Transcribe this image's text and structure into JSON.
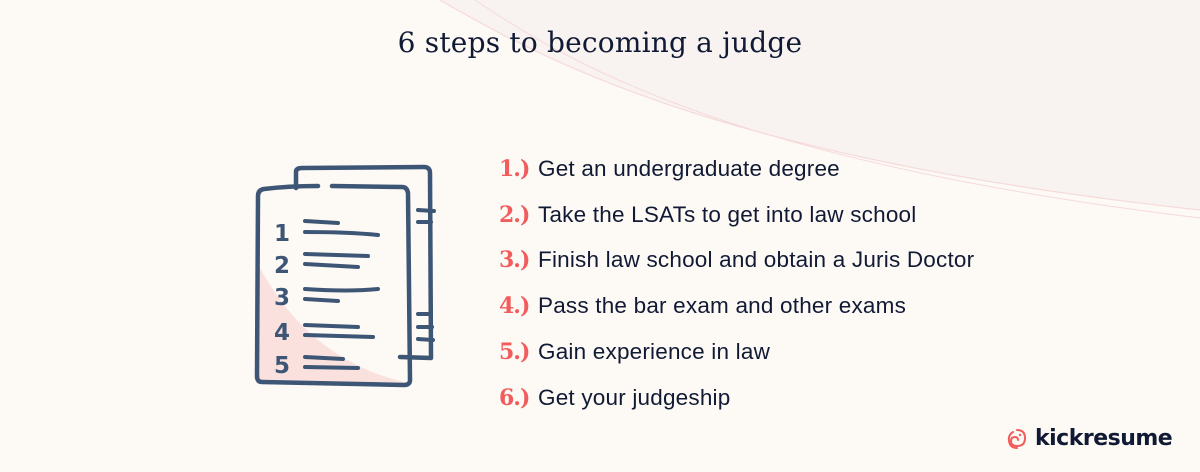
{
  "title": "6 steps to becoming a judge",
  "steps": [
    {
      "number": "1.)",
      "text": "Get an undergraduate degree"
    },
    {
      "number": "2.)",
      "text": "Take the LSATs to get into law school"
    },
    {
      "number": "3.)",
      "text": "Finish law school and obtain a Juris Doctor"
    },
    {
      "number": "4.)",
      "text": "Pass the bar exam and other exams"
    },
    {
      "number": "5.)",
      "text": "Gain experience in law"
    },
    {
      "number": "6.)",
      "text": "Get your judgeship"
    }
  ],
  "illustration": {
    "icon": "numbered-list-documents-icon",
    "list_numbers": [
      "1",
      "2",
      "3",
      "4",
      "5"
    ]
  },
  "brand": {
    "name": "kickresume",
    "icon": "kickresume-chameleon-logo-icon"
  },
  "colors": {
    "background": "#fdf9f4",
    "background_upper_right": "#f8f3f1",
    "title_text": "#111a35",
    "accent": "#f15c5c",
    "illustration_stroke": "#3d5675",
    "illustration_fill": "#fbe1de"
  }
}
